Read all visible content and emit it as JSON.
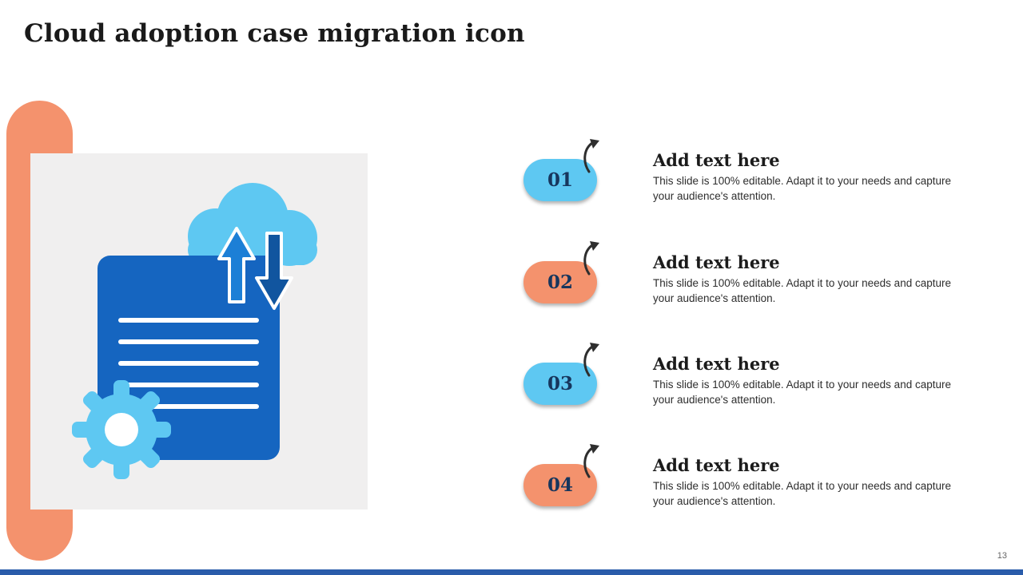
{
  "slide": {
    "title": "Cloud adoption case migration icon",
    "page_number": "13"
  },
  "items": [
    {
      "number": "01",
      "heading": "Add text here",
      "body": "This slide is 100% editable. Adapt it to your needs and capture your audience's attention."
    },
    {
      "number": "02",
      "heading": "Add text here",
      "body": "This slide is 100% editable. Adapt it to your needs and capture your audience's attention."
    },
    {
      "number": "03",
      "heading": "Add text here",
      "body": "This slide is 100% editable. Adapt it to your needs and capture your audience's attention."
    },
    {
      "number": "04",
      "heading": "Add text here",
      "body": "This slide is 100% editable. Adapt it to your needs and capture your audience's attention."
    }
  ],
  "icons": {
    "illustration": "cloud-upload-download-document-gear-icon",
    "connector": "curved-arrow-icon"
  },
  "colors": {
    "orange": "#F4926D",
    "sky": "#5EC8F2",
    "doc": "#1565C0",
    "arrow-up": "#1C7FD6",
    "arrow-down": "#11559F",
    "bar": "#2A5CAA",
    "panel": "#F0EFEF",
    "number": "#17365D"
  }
}
